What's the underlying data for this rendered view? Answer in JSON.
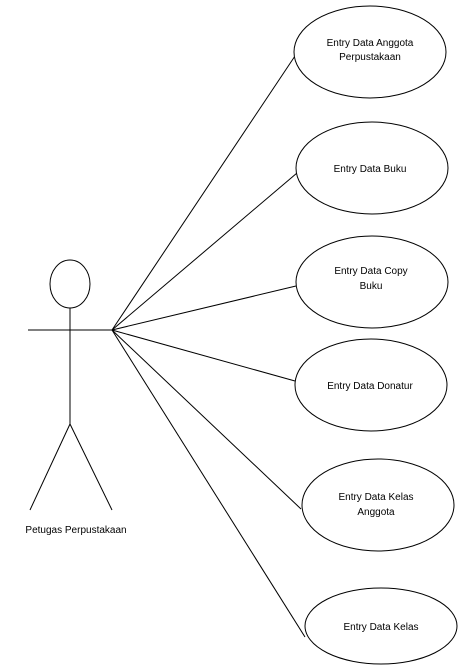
{
  "actor": {
    "label": "Petugas Perpustakaan"
  },
  "use_cases": [
    {
      "lines": [
        "Entry Data Anggota",
        "Perpustakaan"
      ]
    },
    {
      "lines": [
        "Entry Data Buku"
      ]
    },
    {
      "lines": [
        "Entry Data Copy",
        "Buku"
      ]
    },
    {
      "lines": [
        "Entry Data Donatur"
      ]
    },
    {
      "lines": [
        "Entry Data Kelas",
        "Anggota"
      ]
    },
    {
      "lines": [
        "Entry Data Kelas"
      ]
    }
  ]
}
